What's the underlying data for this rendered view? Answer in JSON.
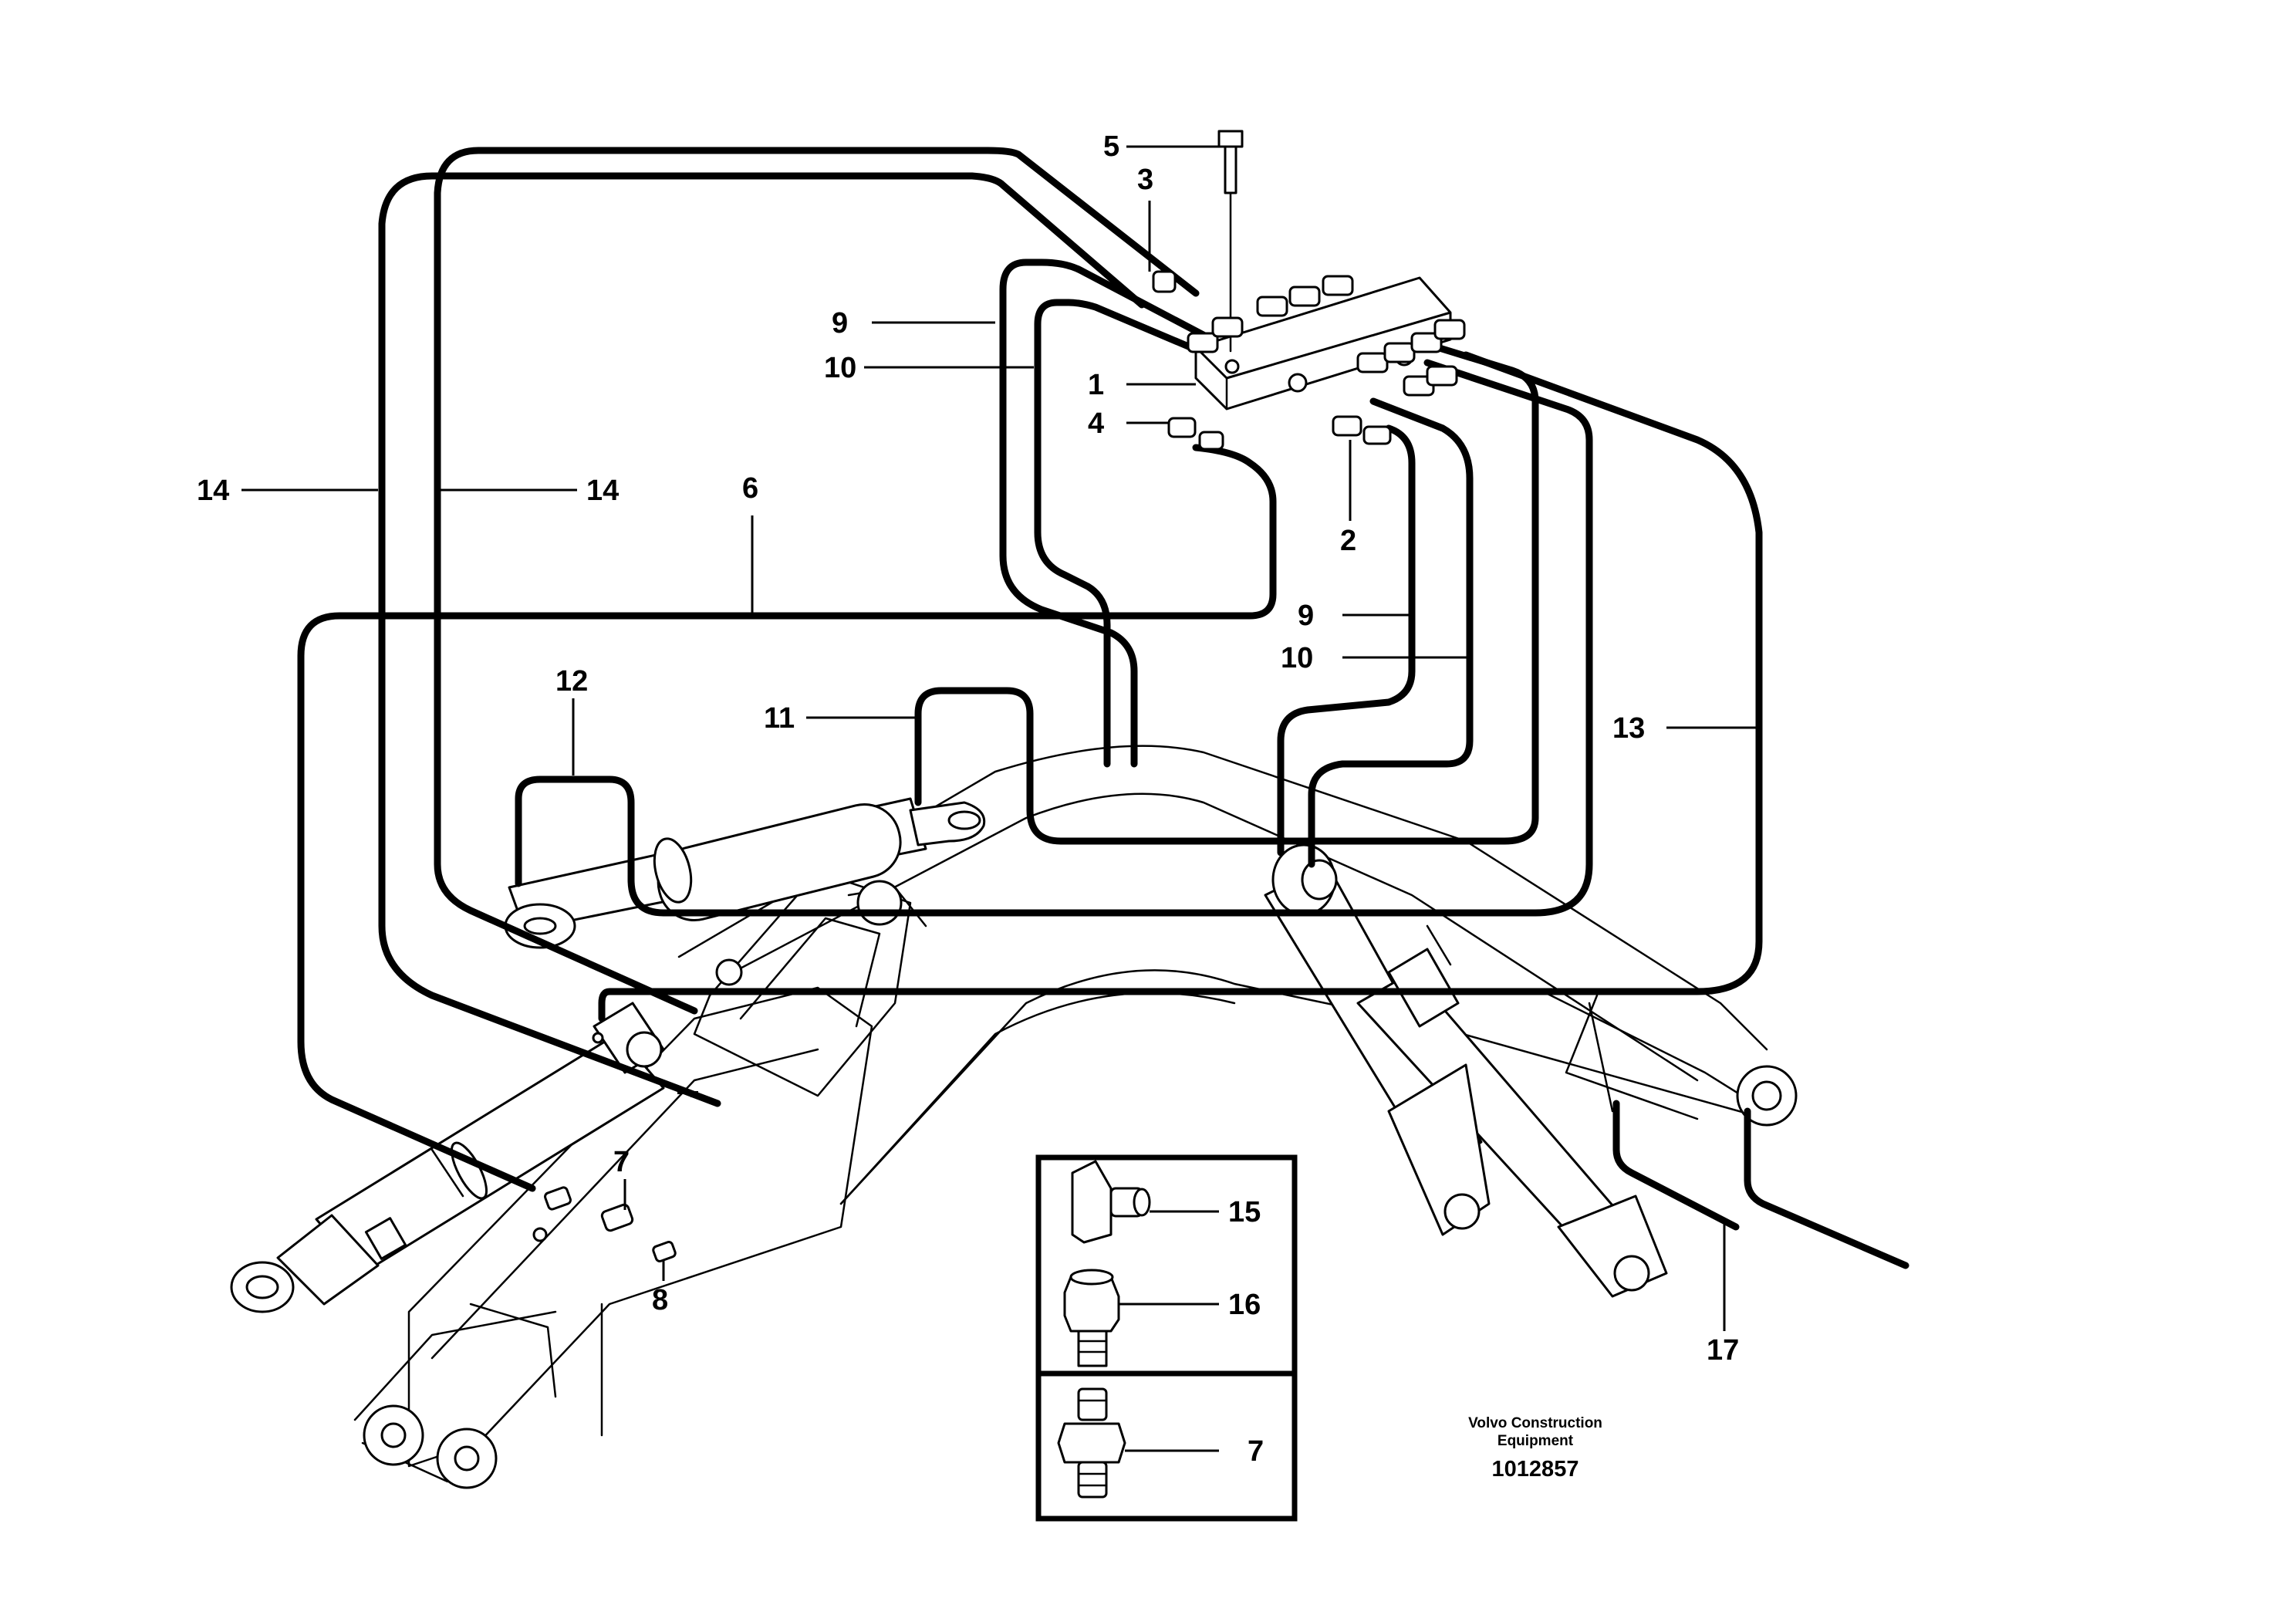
{
  "callouts": {
    "c1": "1",
    "c2": "2",
    "c3": "3",
    "c4": "4",
    "c5": "5",
    "c6": "6",
    "c7": "7",
    "c8": "8",
    "c9": "9",
    "c10": "10",
    "c11": "11",
    "c12": "12",
    "c13": "13",
    "c14": "14",
    "c17": "17"
  },
  "inset": {
    "c15": "15",
    "c16": "16",
    "c7": "7"
  },
  "footer": {
    "company_line1": "Volvo Construction",
    "company_line2": "Equipment",
    "drawing_number": "1012857"
  }
}
